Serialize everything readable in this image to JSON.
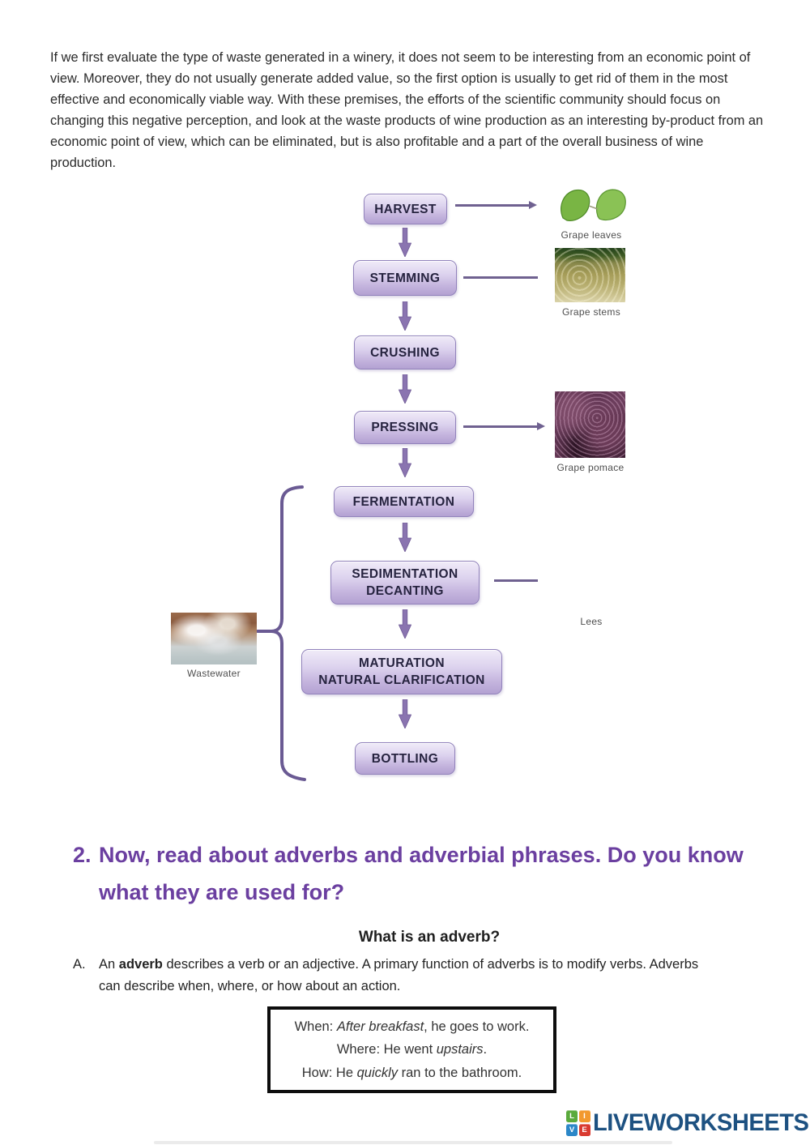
{
  "intro": {
    "text": "If we first evaluate the type of waste generated in a winery, it does not seem to be interesting from an economic point of view. Moreover, they do not usually generate added value, so the first option is usually to get rid of them in the most effective and economically viable way. With these premises, the efforts of the scientific community should focus on changing this negative perception, and look at the waste products of wine production as an interesting by-product from an economic point of view, which can be eliminated, but is also profitable and a part of the overall business of wine production."
  },
  "flowchart": {
    "steps": [
      {
        "line1": "HARVEST"
      },
      {
        "line1": "STEMMING"
      },
      {
        "line1": "CRUSHING"
      },
      {
        "line1": "PRESSING"
      },
      {
        "line1": "FERMENTATION"
      },
      {
        "line1": "SEDIMENTATION",
        "line2": "DECANTING"
      },
      {
        "line1": "MATURATION",
        "line2": "NATURAL CLARIFICATION"
      },
      {
        "line1": "BOTTLING"
      }
    ],
    "byproducts": [
      {
        "caption": "Grape leaves"
      },
      {
        "caption": "Grape stems"
      },
      {
        "caption": "Grape pomace"
      },
      {
        "caption": "Lees"
      },
      {
        "caption": "Wastewater"
      }
    ]
  },
  "section2": {
    "number": "2.",
    "heading": "Now, read about adverbs and adverbial phrases. Do you know what they are used for?"
  },
  "adverb": {
    "title": "What is an adverb?",
    "item_letter": "A.",
    "text_pre": "An ",
    "text_bold": "adverb",
    "text_post": " describes a verb or an adjective. A primary function of adverbs is to modify verbs. Adverbs can describe when, where, or how about an action."
  },
  "examples": {
    "lines": [
      {
        "pre": "When: ",
        "italic": "After breakfast",
        "post": ", he goes to work."
      },
      {
        "pre": "Where: He went ",
        "italic": "upstairs",
        "post": "."
      },
      {
        "pre": "How: He ",
        "italic": "quickly",
        "post": " ran to the bathroom."
      }
    ]
  },
  "footer": {
    "brand": "LIVEWORKSHEETS",
    "squares": [
      {
        "letter": "L",
        "color": "#5aaa3c"
      },
      {
        "letter": "I",
        "color": "#f2992e"
      },
      {
        "letter": "V",
        "color": "#2b87c8"
      },
      {
        "letter": "E",
        "color": "#d93a30"
      }
    ]
  },
  "colors": {
    "step_box_fill_top": "#f0ebf8",
    "step_box_fill_bottom": "#b3a1d2",
    "step_box_border": "#9182bb",
    "down_arrow": "#8a74b0",
    "connector_line": "#6f6190",
    "brace": "#6a5a93",
    "heading_purple": "#6b3fa0",
    "example_box_border": "#0d0d0d",
    "logo_navy": "#1d5181",
    "lees_magenta": "#962a72"
  }
}
